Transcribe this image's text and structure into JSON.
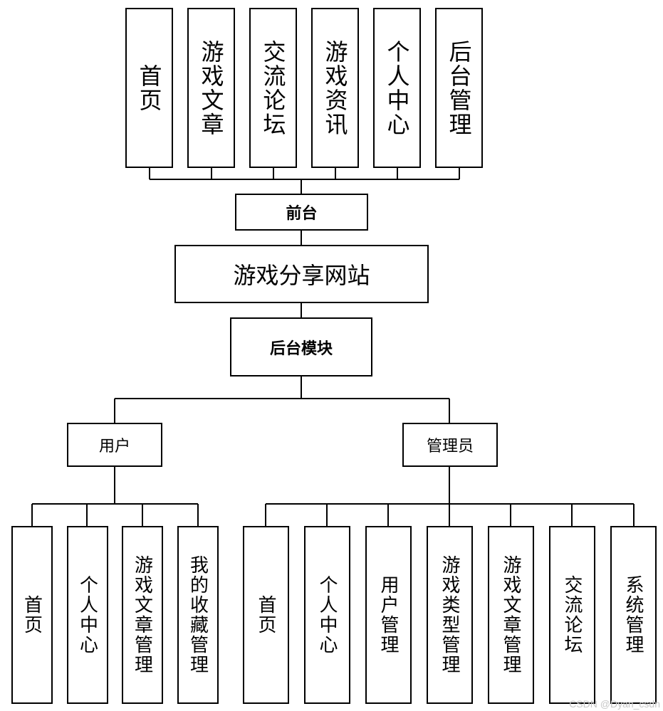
{
  "frontend": {
    "modules": [
      {
        "label": "首页"
      },
      {
        "label": "游戏文章"
      },
      {
        "label": "交流论坛"
      },
      {
        "label": "游戏资讯"
      },
      {
        "label": "个人中心"
      },
      {
        "label": "后台管理"
      }
    ],
    "node_label": "前台"
  },
  "site": {
    "title": "游戏分享网站"
  },
  "backend": {
    "node_label": "后台模块"
  },
  "user": {
    "label": "用户",
    "modules": [
      {
        "label": "首页"
      },
      {
        "label": "个人中心"
      },
      {
        "label": "游戏文章管理"
      },
      {
        "label": "我的收藏管理"
      }
    ]
  },
  "admin": {
    "label": "管理员",
    "modules": [
      {
        "label": "首页"
      },
      {
        "label": "个人中心"
      },
      {
        "label": "用户管理"
      },
      {
        "label": "游戏类型管理"
      },
      {
        "label": "游戏文章管理"
      },
      {
        "label": "交流论坛"
      },
      {
        "label": "系统管理"
      }
    ]
  },
  "watermark": "CSDN @Dyan_csdn"
}
